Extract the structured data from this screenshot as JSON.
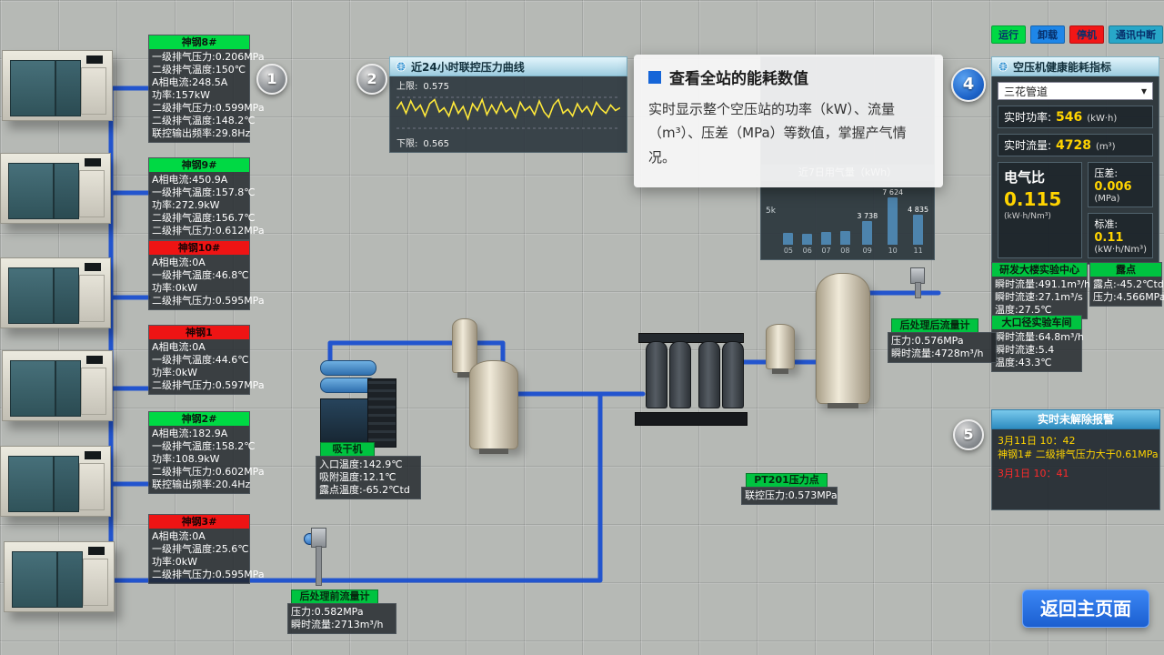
{
  "legend": {
    "items": [
      {
        "label": "运行",
        "color": "#00d944"
      },
      {
        "label": "卸载",
        "color": "#1e86e8"
      },
      {
        "label": "停机",
        "color": "#f21616"
      },
      {
        "label": "通讯中断",
        "color": "#28a7c8"
      }
    ]
  },
  "steps": {
    "badges": [
      "1",
      "2",
      "4",
      "5"
    ]
  },
  "machine_panels": [
    {
      "title": "神钢8#",
      "status": "run",
      "lines": [
        "一级排气压力:0.206MPa",
        "二级排气温度:150℃",
        "A相电流:248.5A",
        "功率:157kW",
        "二级排气压力:0.599MPa",
        "二级排气温度:148.2℃",
        "联控输出频率:29.8Hz"
      ]
    },
    {
      "title": "神钢9#",
      "status": "run",
      "lines": [
        "A相电流:450.9A",
        "一级排气温度:157.8℃",
        "功率:272.9kW",
        "二级排气温度:156.7℃",
        "二级排气压力:0.612MPa"
      ]
    },
    {
      "title": "神钢10#",
      "status": "stop",
      "lines": [
        "A相电流:0A",
        "一级排气温度:46.8℃",
        "功率:0kW",
        "二级排气压力:0.595MPa"
      ]
    },
    {
      "title": "神钢1",
      "status": "stop",
      "lines": [
        "A相电流:0A",
        "一级排气温度:44.6℃",
        "功率:0kW",
        "二级排气压力:0.597MPa"
      ]
    },
    {
      "title": "神钢2#",
      "status": "run",
      "lines": [
        "A相电流:182.9A",
        "一级排气温度:158.2℃",
        "功率:108.9kW",
        "二级排气压力:0.602MPa",
        "联控输出频率:20.4Hz"
      ]
    },
    {
      "title": "神钢3#",
      "status": "stop",
      "lines": [
        "A相电流:0A",
        "一级排气温度:25.6℃",
        "功率:0kW",
        "二级排气压力:0.595MPa"
      ]
    }
  ],
  "pressure_chart": {
    "title": "近24小时联控压力曲线",
    "upper_label": "上限:",
    "upper_value": "0.575",
    "lower_label": "下限:",
    "lower_value": "0.565"
  },
  "usage_chart": {
    "title": "近7日用气量（kWh）",
    "y_axis_label": "5k"
  },
  "tooltip": {
    "title": "查看全站的能耗数值",
    "body": "实时显示整个空压站的功率（kW）、流量（m³）、压差（MPa）等数值，掌握产气情况。"
  },
  "health": {
    "title": "空压机健康能耗指标",
    "pipeline": "三花管道",
    "power_label": "实时功率:",
    "power_value": "546",
    "power_unit": "(kW·h)",
    "flow_label": "实时流量:",
    "flow_value": "4728",
    "flow_unit": "(m³)",
    "ratio_label": "电气比",
    "ratio_value": "0.115",
    "ratio_unit": "(kW·h/Nm³)",
    "diff_label": "压差:",
    "diff_value": "0.006",
    "diff_unit": "(MPa)",
    "std_label": "标准:",
    "std_value": "0.11",
    "std_unit": "(kW·h/Nm³)"
  },
  "site_panels": [
    {
      "title": "研发大楼实验中心",
      "lines": [
        "瞬时流量:491.1m³/h",
        "瞬时流速:27.1m³/s",
        "温度:27.5℃"
      ]
    },
    {
      "title": "露点",
      "lines": [
        "露点:-45.2℃td",
        "压力:4.566MPa"
      ]
    },
    {
      "title": "大口径实验车间",
      "lines": [
        "瞬时流量:64.8m³/h",
        "瞬时流速:5.4",
        "温度:43.3℃"
      ]
    }
  ],
  "alarm": {
    "title": "实时未解除报警",
    "entries": [
      {
        "time": "3月11日 10：42",
        "text": "神钢1# 二级排气压力大于0.61MPa",
        "level": "warning"
      },
      {
        "time": "3月1日 10：41",
        "text": "",
        "level": "alarm"
      }
    ]
  },
  "equipment": {
    "dryer": {
      "title": "吸干机",
      "lines": [
        "入口温度:142.9℃",
        "吸附温度:12.1℃",
        "露点温度:-65.2℃td"
      ]
    },
    "pre_flowmeter": {
      "title": "后处理前流量计",
      "lines": [
        "压力:0.582MPa",
        "瞬时流量:2713m³/h"
      ]
    },
    "post_flowmeter": {
      "title": "后处理后流量计",
      "lines": [
        "压力:0.576MPa",
        "瞬时流量:4728m³/h"
      ]
    },
    "pt201": {
      "title": "PT201压力点",
      "lines": [
        "联控压力:0.573MPa"
      ]
    }
  },
  "return_button": {
    "label": "返回主页面"
  },
  "icons": {
    "dropdown_arrow": "▾",
    "globe": "globe-icon",
    "tooltip_bullet": "blue-square"
  },
  "chart_data": [
    {
      "type": "line",
      "title": "近24小时联控压力曲线",
      "upper_limit": 0.575,
      "lower_limit": 0.565,
      "ylim": [
        0.563,
        0.577
      ],
      "x_range": "last 24 hours",
      "values": [
        0.571,
        0.5735,
        0.5695,
        0.574,
        0.5705,
        0.5725,
        0.5685,
        0.573,
        0.5745,
        0.57,
        0.5715,
        0.5685,
        0.5735,
        0.5695,
        0.572,
        0.5675,
        0.573,
        0.5705,
        0.5745,
        0.569,
        0.5725,
        0.5695,
        0.5735,
        0.57,
        0.5715,
        0.568,
        0.5735,
        0.5705,
        0.572,
        0.569,
        0.574,
        0.57,
        0.568,
        0.5725,
        0.5745,
        0.5695,
        0.571,
        0.5685,
        0.573,
        0.57,
        0.572,
        0.569,
        0.5735,
        0.571,
        0.5695,
        0.5725,
        0.5705,
        0.5715
      ]
    },
    {
      "type": "bar",
      "title": "近7日用气量（kWh）",
      "categories": [
        "05",
        "06",
        "07",
        "08",
        "09",
        "10",
        "11"
      ],
      "values": [
        1900,
        1750,
        2050,
        2200,
        3738,
        7624,
        4835
      ],
      "value_labels": [
        "",
        "",
        "",
        "",
        "3 738",
        "7 624",
        "4 835"
      ],
      "ylabel": "5k",
      "ylim": [
        0,
        8000
      ]
    }
  ]
}
